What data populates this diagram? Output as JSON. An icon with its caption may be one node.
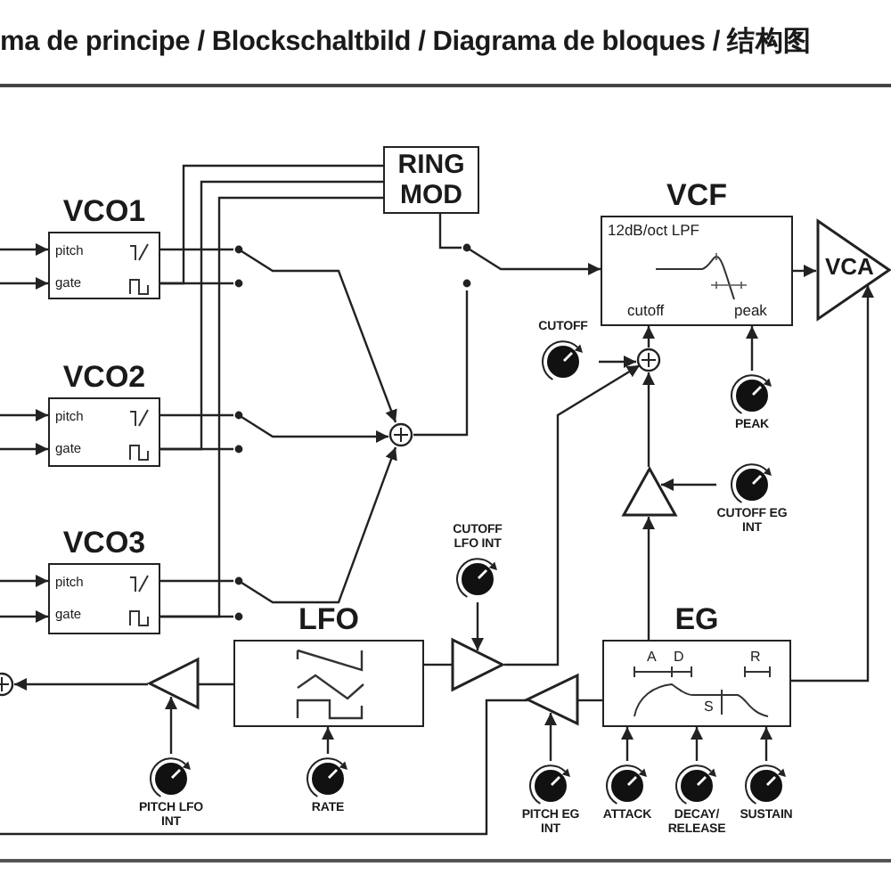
{
  "diagram": {
    "title": "ma de principe / Blockschaltbild / Diagrama de bloques / 结构图",
    "nodes": [
      {
        "text": [
          "VCO1",
          "pitch",
          "gate"
        ]
      },
      {
        "text": [
          "RING MOD"
        ]
      },
      {
        "text": [],
        "shape": "switch"
      },
      {
        "text": [
          "VCF",
          "12dB/oct LPF",
          "cutoff",
          "peak"
        ]
      },
      {
        "text": [
          "VCA"
        ]
      },
      {
        "text": [],
        "shape": "switch"
      },
      {
        "text": [
          "VCO2",
          "pitch",
          "gate"
        ]
      },
      {
        "text": [],
        "shape": "switch"
      },
      {
        "text": [],
        "shape": "circle"
      },
      {
        "text": [
          "CUTOFF"
        ]
      },
      {
        "text": [],
        "shape": "circle"
      },
      {
        "text": [
          "PEAK"
        ]
      },
      {
        "text": [
          "VCO3",
          "pitch",
          "gate"
        ]
      },
      {
        "text": [],
        "shape": "switch"
      },
      {
        "text": [],
        "shape": "triangle"
      },
      {
        "text": [
          "CUTOFF EG INT"
        ]
      },
      {
        "text": [
          "CUTOFF LFO INT"
        ]
      },
      {
        "text": [
          "LFO"
        ]
      },
      {
        "text": [
          "EG",
          "A",
          "D",
          "S",
          "R"
        ]
      },
      {
        "text": [],
        "shape": "circle"
      },
      {
        "text": [],
        "shape": "triangle"
      },
      {
        "text": [],
        "shape": "triangle"
      },
      {
        "text": [],
        "shape": "triangle"
      },
      {
        "text": [
          "PITCH LFO INT"
        ]
      },
      {
        "text": [
          "RATE"
        ]
      },
      {
        "text": [
          "PITCH EG INT"
        ]
      },
      {
        "text": [
          "ATTACK"
        ]
      },
      {
        "text": [
          "DECAY/ RELEASE"
        ]
      },
      {
        "text": [
          "SUSTAIN"
        ]
      }
    ],
    "edges": [
      {
        "from": null,
        "to": 0,
        "arrow": "to"
      },
      {
        "from": null,
        "to": 0,
        "arrow": "to"
      },
      {
        "from": null,
        "to": 6,
        "arrow": "to"
      },
      {
        "from": null,
        "to": 6,
        "arrow": "to"
      },
      {
        "from": null,
        "to": 12,
        "arrow": "to"
      },
      {
        "from": null,
        "to": 12,
        "arrow": "to"
      },
      {
        "from": 0,
        "to": 5,
        "arrow": "none"
      },
      {
        "from": 0,
        "to": 5,
        "arrow": "none"
      },
      {
        "from": 6,
        "to": 7,
        "arrow": "none"
      },
      {
        "from": 6,
        "to": 7,
        "arrow": "none"
      },
      {
        "from": 12,
        "to": 13,
        "arrow": "none"
      },
      {
        "from": 12,
        "to": 13,
        "arrow": "none"
      },
      {
        "from": 0,
        "to": 1,
        "arrow": "none"
      },
      {
        "from": 6,
        "to": 1,
        "arrow": "none"
      },
      {
        "from": 12,
        "to": 1,
        "arrow": "none"
      },
      {
        "from": 5,
        "to": 8,
        "arrow": "to"
      },
      {
        "from": 7,
        "to": 8,
        "arrow": "to"
      },
      {
        "from": 13,
        "to": 8,
        "arrow": "to"
      },
      {
        "from": 1,
        "to": 2,
        "arrow": "none"
      },
      {
        "from": 8,
        "to": 2,
        "arrow": "none"
      },
      {
        "from": 2,
        "to": 3,
        "arrow": "to"
      },
      {
        "from": 3,
        "to": 4,
        "arrow": "to"
      },
      {
        "from": 9,
        "to": 10,
        "arrow": "to"
      },
      {
        "from": 10,
        "to": 3,
        "arrow": "to"
      },
      {
        "from": 11,
        "to": 3,
        "arrow": "to"
      },
      {
        "from": 14,
        "to": 10,
        "arrow": "to"
      },
      {
        "from": 15,
        "to": 14,
        "arrow": "to"
      },
      {
        "from": 21,
        "to": 10,
        "arrow": "to"
      },
      {
        "from": 16,
        "to": 21,
        "arrow": "to"
      },
      {
        "from": 17,
        "to": 21,
        "arrow": "none"
      },
      {
        "from": 17,
        "to": 20,
        "arrow": "none"
      },
      {
        "from": 20,
        "to": 19,
        "arrow": "to"
      },
      {
        "from": 23,
        "to": 20,
        "arrow": "to"
      },
      {
        "from": 24,
        "to": 17,
        "arrow": "to"
      },
      {
        "from": 18,
        "to": 14,
        "arrow": "to"
      },
      {
        "from": 18,
        "to": 22,
        "arrow": "none"
      },
      {
        "from": 22,
        "to": null,
        "arrow": "none"
      },
      {
        "from": 25,
        "to": 22,
        "arrow": "to"
      },
      {
        "from": 26,
        "to": 18,
        "arrow": "to"
      },
      {
        "from": 27,
        "to": 18,
        "arrow": "to"
      },
      {
        "from": 28,
        "to": 18,
        "arrow": "to"
      },
      {
        "from": 18,
        "to": 4,
        "arrow": "to"
      }
    ]
  }
}
